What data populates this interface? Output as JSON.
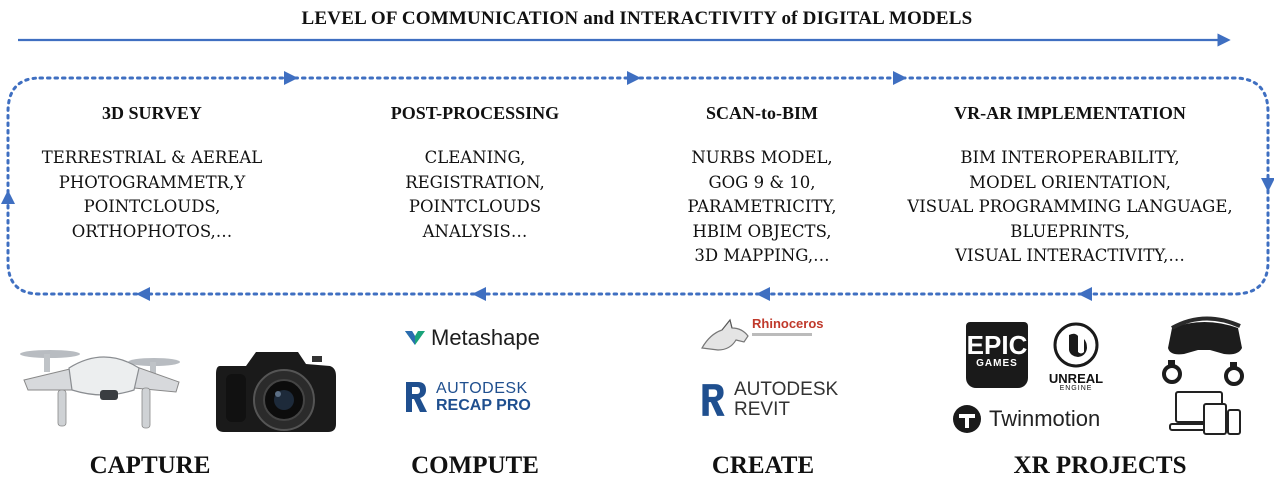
{
  "header": {
    "title": "LEVEL OF COMMUNICATION and INTERACTIVITY of DIGITAL MODELS"
  },
  "stages": [
    {
      "title": "3D SURVEY",
      "items": [
        "TERRESTRIAL & AEREAL",
        "PHOTOGRAMMETR,Y",
        "POINTCLOUDS,",
        "ORTHOPHOTOS,…"
      ]
    },
    {
      "title": "POST-PROCESSING",
      "items": [
        "CLEANING,",
        "REGISTRATION,",
        "POINTCLOUDS",
        "ANALYSIS…"
      ]
    },
    {
      "title": "SCAN-to-BIM",
      "items": [
        "NURBS MODEL,",
        "GOG 9 & 10,",
        "PARAMETRICITY,",
        "HBIM OBJECTS,",
        "3D MAPPING,…"
      ]
    },
    {
      "title": "VR-AR IMPLEMENTATION",
      "items": [
        "BIM INTEROPERABILITY,",
        "MODEL ORIENTATION,",
        "VISUAL PROGRAMMING LANGUAGE,",
        "BLUEPRINTS,",
        "VISUAL INTERACTIVITY,…"
      ]
    }
  ],
  "bottom_labels": [
    "CAPTURE",
    "COMPUTE",
    "CREATE",
    "XR PROJECTS"
  ],
  "logos": {
    "metashape": "Metashape",
    "recap_brand": "AUTODESK",
    "recap_product": "RECAP PRO",
    "rhino_name": "Rhinoceros",
    "revit_brand": "AUTODESK",
    "revit_product": "REVIT",
    "epic_line1": "EPIC",
    "epic_line2": "GAMES",
    "unreal_line1": "UNREAL",
    "unreal_line2": "ENGINE",
    "twinmotion": "Twinmotion"
  },
  "colors": {
    "arrow": "#3f6fc1",
    "text": "#111111",
    "metashape_green": "#1aa37a",
    "autodesk_blue": "#1f4f8f"
  },
  "icons": [
    "drone-icon",
    "camera-icon",
    "rhino-icon",
    "vr-headset-icon",
    "devices-icon"
  ]
}
